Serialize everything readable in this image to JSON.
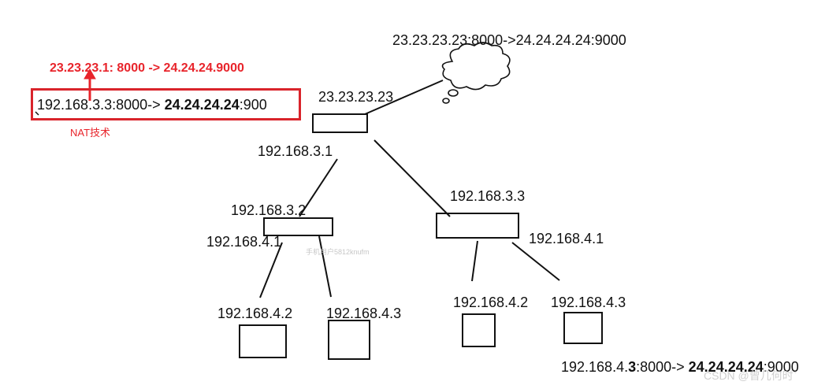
{
  "cloud_label": "23.23.23.23:8000->24.24.24.24:9000",
  "nat_mapping": "23.23.23.1: 8000 -> 24.24.24.9000",
  "nat_box": {
    "text_prefix": "192.168.3.3:8000-> ",
    "text_bold": "24.24.24.24",
    "text_suffix": ":900"
  },
  "nat_tech_label": "NAT技术",
  "nodes": {
    "root_ip": "23.23.23.23",
    "left_link_ip": "192.168.3.1",
    "router_left_ip": "192.168.3.2",
    "router_left_sub_ip": "192.168.4.1",
    "router_right_ip": "192.168.3.3",
    "router_right_sub_ip": "192.168.4.1",
    "leaf_1": "192.168.4.2",
    "leaf_2": "192.168.4.3",
    "leaf_3": "192.168.4.2",
    "leaf_4": "192.168.4.3"
  },
  "bottom_note": {
    "prefix": "192.168.4.",
    "bold3": "3",
    "mid": ":8000-> ",
    "bold_ip": "24.24.24.24",
    "suffix": ":9000"
  },
  "watermark": "手机用户5812knufm",
  "credit": "CSDN @曾几何时`"
}
